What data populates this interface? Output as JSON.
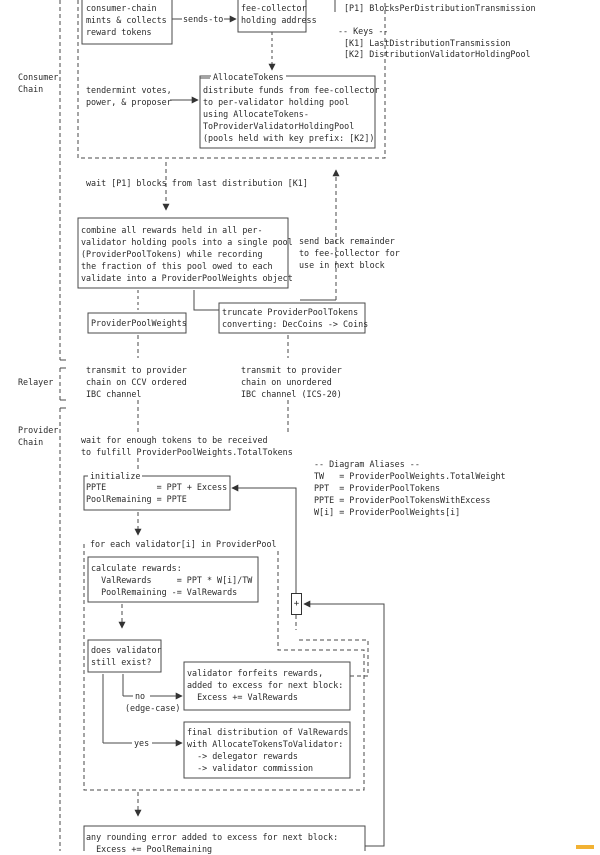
{
  "lanes": {
    "consumer": "Consumer\nChain",
    "relayer": "Relayer",
    "provider": "Provider\nChain"
  },
  "consumer": {
    "mint_box": "consumer-chain\nmints & collects\nreward tokens",
    "sends_to": "sends-to",
    "fee_collector": "fee-collector\nholding address",
    "params_title": "[P1] BlocksPerDistributionTransmission",
    "keys_title": "-- Keys --",
    "key1": "[K1] LastDistributionTransmission",
    "key2": "[K2] DistributionValidatorHoldingPool",
    "votes_text": "tendermint votes,\npower, & proposer",
    "allocate_title": "AllocateTokens",
    "allocate_body": "distribute funds from fee-collector\nto per-validator holding pool\nusing AllocateTokens-\nToProviderValidatorHoldingPool\n(pools held with key prefix: [K2])",
    "wait_text": "wait [P1] blocks from last distribution [K1]",
    "combine_text": "combine all rewards held in all per-\nvalidator holding pools into a single pool\n(ProviderPoolTokens) while recording\nthe fraction of this pool owed to each\nvalidate into a ProviderPoolWeights object",
    "send_back": "send back remainder\nto fee-collector for\nuse in next block",
    "ppw_box": "ProviderPoolWeights",
    "truncate_box": "truncate ProviderPoolTokens\nconverting: DecCoins -> Coins"
  },
  "relayer": {
    "ccv_text": "transmit to provider\nchain on CCV ordered\nIBC channel",
    "ics_text": "transmit to provider\nchain on unordered\nIBC channel (ICS-20)"
  },
  "provider": {
    "wait_tokens": "wait for enough tokens to be received\nto fulfill ProviderPoolWeights.TotalTokens",
    "init_title": "initialize",
    "init_body": "PPTE          = PPT + Excess\nPoolRemaining = PPTE",
    "aliases": "-- Diagram Aliases --\nTW   = ProviderPoolWeights.TotalWeight\nPPT  = ProviderPoolTokens\nPPTE = ProviderPoolTokensWithExcess\nW[i] = ProviderPoolWeights[i]",
    "loop_title": "for each validator[i] in ProviderPool",
    "calc_box": "calculate rewards:\n  ValRewards     = PPT * W[i]/TW\n  PoolRemaining -= ValRewards",
    "plus": "+",
    "exist_box": "does validator\nstill exist?",
    "forfeit_box": "validator forfeits rewards,\nadded to excess for next block:\n  Excess += ValRewards",
    "no_label": "no",
    "edge_case": "(edge-case)",
    "yes_label": "yes",
    "final_box": "final distribution of ValRewards\nwith AllocateTokensToValidator:\n  -> delegator rewards\n  -> validator commission",
    "rounding_box": "any rounding error added to excess for next block:\n  Excess += PoolRemaining"
  }
}
